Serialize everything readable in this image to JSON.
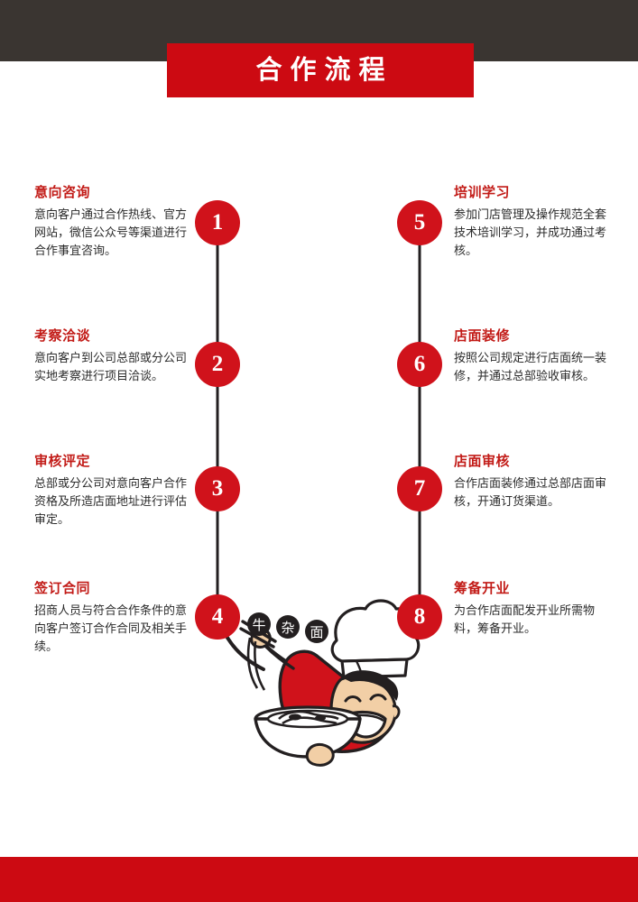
{
  "header": {
    "title": "合作流程",
    "bar_color": "#3a3531",
    "banner_color": "#cc0a12"
  },
  "footer": {
    "bar_color": "#cc0a12"
  },
  "theme": {
    "accent_red": "#d0121b",
    "title_red": "#c21b17",
    "line_color": "#231f20",
    "body_text": "#2b2b2b"
  },
  "steps": [
    {
      "number": "1",
      "side": "left",
      "title": "意向咨询",
      "desc": "意向客户通过合作热线、官方网站，微信公众号等渠道进行合作事宜咨询。"
    },
    {
      "number": "2",
      "side": "left",
      "title": "考察洽谈",
      "desc": "意向客户到公司总部或分公司实地考察进行项目洽谈。"
    },
    {
      "number": "3",
      "side": "left",
      "title": "审核评定",
      "desc": "总部或分公司对意向客户合作资格及所造店面地址进行评估审定。"
    },
    {
      "number": "4",
      "side": "left",
      "title": "签订合同",
      "desc": "招商人员与符合合作条件的意向客户签订合作合同及相关手续。"
    },
    {
      "number": "5",
      "side": "right",
      "title": "培训学习",
      "desc": "参加门店管理及操作规范全套技术培训学习，并成功通过考核。"
    },
    {
      "number": "6",
      "side": "right",
      "title": "店面装修",
      "desc": "按照公司规定进行店面统一装修，并通过总部验收审核。"
    },
    {
      "number": "7",
      "side": "right",
      "title": "店面审核",
      "desc": "合作店面装修通过总部店面审核，开通订货渠道。"
    },
    {
      "number": "8",
      "side": "right",
      "title": "筹备开业",
      "desc": "为合作店面配发开业所需物料，筹备开业。"
    }
  ],
  "mascot": {
    "name": "chef-mascot-with-noodle-bowl",
    "logo_characters": [
      "牛",
      "杂",
      "面"
    ]
  }
}
